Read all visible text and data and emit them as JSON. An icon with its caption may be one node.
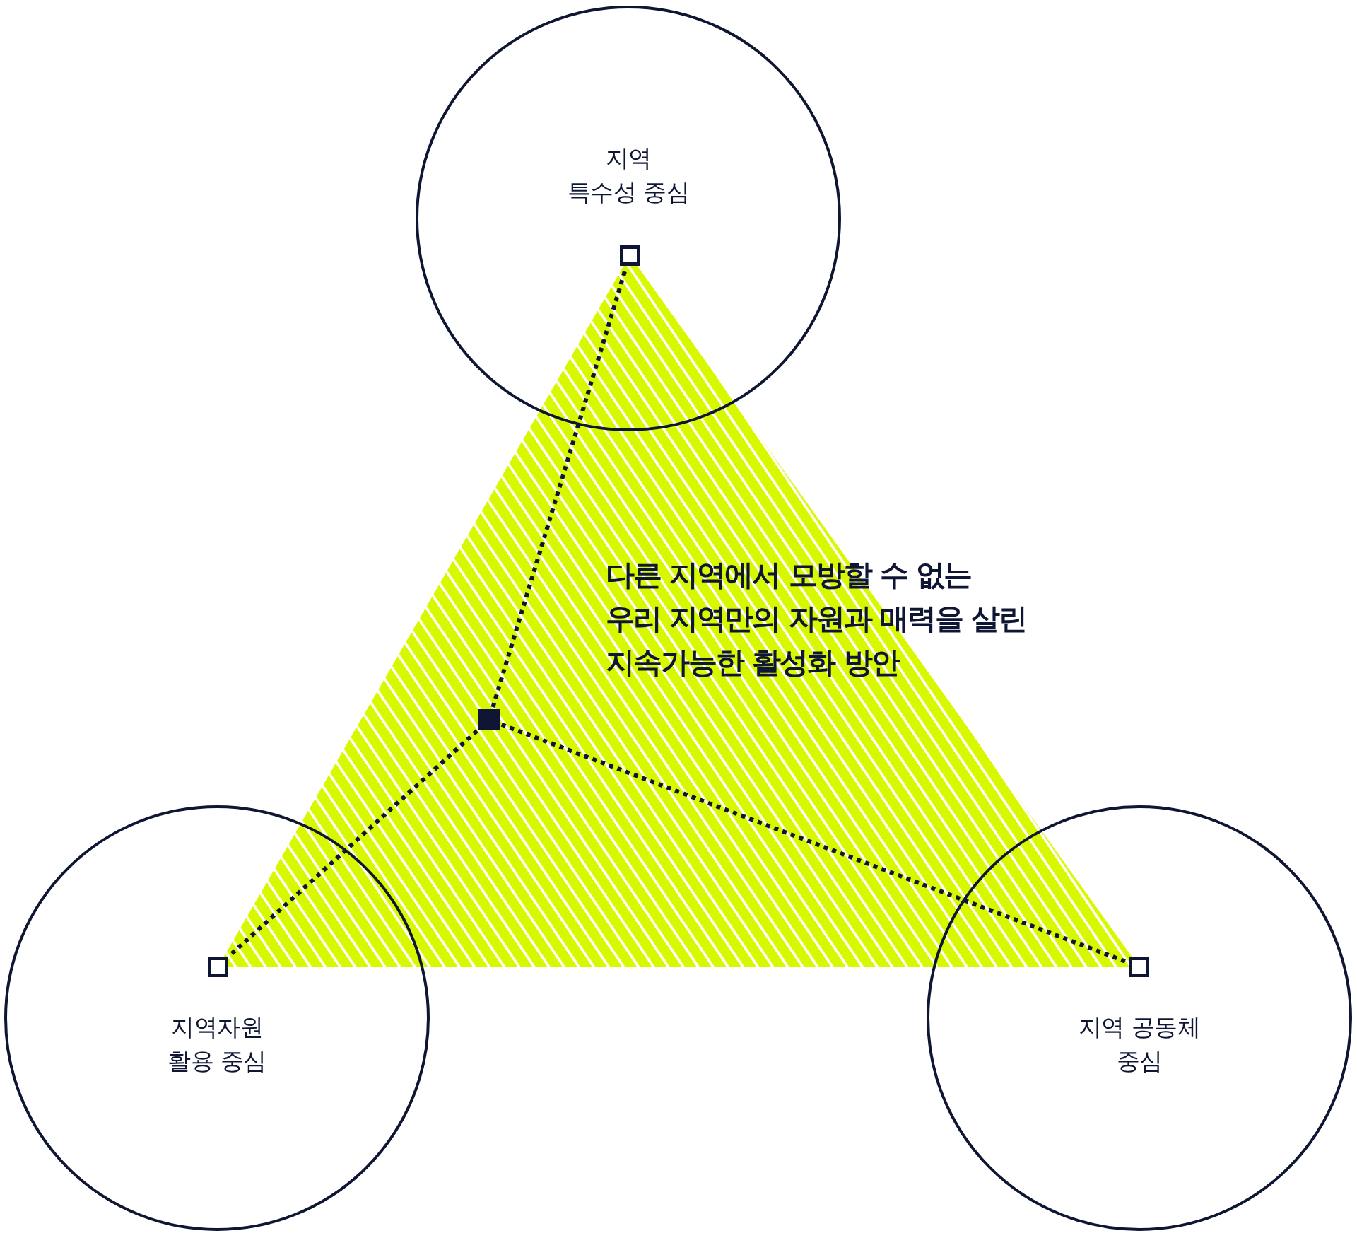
{
  "diagram": {
    "nodes": [
      {
        "text": [
          "지역 특수성 중심"
        ]
      },
      {
        "text": [
          "지역자원 활용 중심"
        ]
      },
      {
        "text": [
          "지역 공동체 중심"
        ]
      },
      {
        "text": [],
        "shape": "box",
        "in": 0
      },
      {
        "text": [],
        "shape": "box"
      },
      {
        "text": [],
        "shape": "box",
        "in": 1
      },
      {
        "text": [],
        "shape": "box",
        "in": 2
      }
    ],
    "edges": [
      {
        "from": 4,
        "to": 3,
        "arrow": "none",
        "style": "dashed"
      },
      {
        "from": 4,
        "to": 5,
        "arrow": "none",
        "style": "dashed"
      },
      {
        "from": 4,
        "to": 6,
        "arrow": "none",
        "style": "dashed"
      }
    ],
    "labels": [
      "다른 지역에서 모방할 수 없는 우리 지역만의 자원과 매력을 살린 지속가능한 활성화 방안"
    ]
  }
}
